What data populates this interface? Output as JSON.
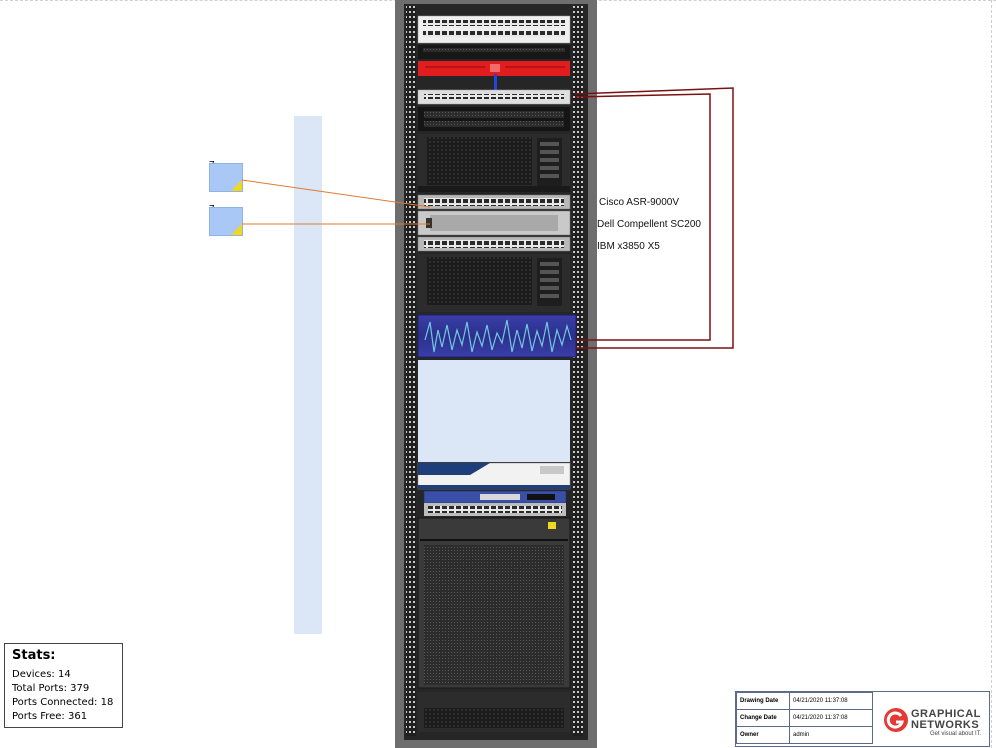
{
  "labels": {
    "device_1": "Cisco ASR-9000V",
    "device_2": "Dell Compellent SC200",
    "device_3": "IBM x3850 X5"
  },
  "ports": [
    {
      "number": "7"
    },
    {
      "number": "7"
    }
  ],
  "stats": {
    "title": "Stats:",
    "devices": "Devices: 14",
    "total_ports": "Total Ports: 379",
    "ports_connected": "Ports Connected: 18",
    "ports_free": "Ports Free: 361"
  },
  "title_block": {
    "drawing_date_label": "Drawing Date",
    "drawing_date": "04/21/2020 11:37:08",
    "change_date_label": "Change Date",
    "change_date": "04/21/2020 11:37:08",
    "owner_label": "Owner",
    "owner": "admin",
    "brand_line1": "GRAPHICAL",
    "brand_line2": "NETWORKS",
    "tagline": "Get visual about IT."
  },
  "colors": {
    "rack_frame": "#6e6e6e",
    "rack_rail": "#1e1e1e",
    "cable_copper": "#e07a2c",
    "cable_fiber": "#7a1010",
    "pdu": "#dbe6f7",
    "brand_red": "#e53935"
  }
}
